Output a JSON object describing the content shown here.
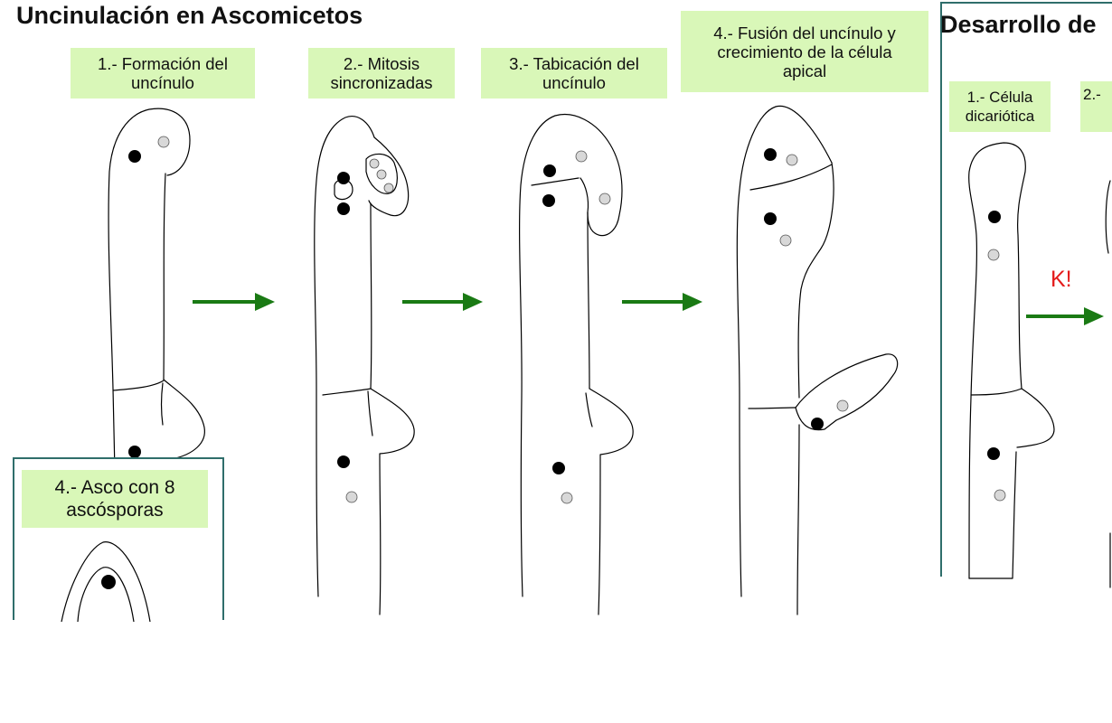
{
  "left_title": "Uncinulación en Ascomicetos",
  "right_title": "Desarrollo de",
  "steps": [
    {
      "line1": "1.- Formación del",
      "line2": "uncínulo"
    },
    {
      "line1": "2.- Mitosis",
      "line2": "sincronizadas"
    },
    {
      "line1": "3.- Tabicación del",
      "line2": "uncínulo"
    },
    {
      "line1": "4.- Fusión del uncínulo y",
      "line2": "crecimiento de la célula",
      "line3": "apical"
    }
  ],
  "inset": {
    "line1": "4.- Asco con 8",
    "line2": "ascósporas"
  },
  "right_steps": [
    {
      "line1": "1.- Célula",
      "line2": "dicariótica"
    },
    {
      "line1": "2.-"
    }
  ],
  "k_mark": "K!",
  "colors": {
    "label_bg": "#d9f7b8",
    "arrow": "#1a7a14",
    "frame": "#2f6e6b",
    "k_mark": "#e41b1b",
    "nucleus_dark": "#000000",
    "nucleus_light": "#d8d8d8"
  }
}
